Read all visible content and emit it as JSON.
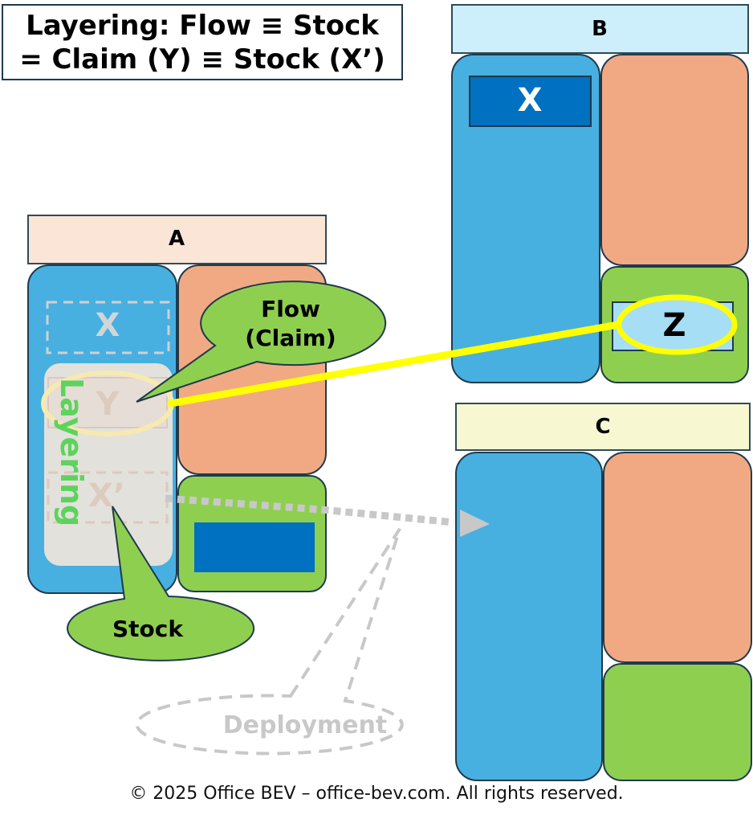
{
  "title": {
    "line1": "Layering: Flow ≡ Stock",
    "line2": "= Claim (Y) ≡ Stock (X’)"
  },
  "entities": {
    "a": {
      "label": "A",
      "header_color": "#fbe5d6"
    },
    "b": {
      "label": "B",
      "header_color": "#cdeefb"
    },
    "c": {
      "label": "C",
      "header_color": "#f7f8d2"
    }
  },
  "blocks": {
    "x_label": "X",
    "y_label": "Y",
    "x_prime_label": "X’",
    "z_label": "Z"
  },
  "callouts": {
    "flow_line1": "Flow",
    "flow_line2": "(Claim)",
    "stock": "Stock",
    "deployment": "Deployment",
    "layering": "Layering"
  },
  "colors": {
    "asset_blue": "#47b0e0",
    "liability_orange": "#f1a983",
    "equity_green": "#8fcf50",
    "dark_blue": "#0070c0",
    "light_blue": "#a6def6",
    "highlight_yellow": "#ffff00",
    "layering_green": "#5dd35d",
    "deployment_gray": "#bfbfbf"
  },
  "footer": "© 2025 Office BEV – office-bev.com. All rights reserved."
}
